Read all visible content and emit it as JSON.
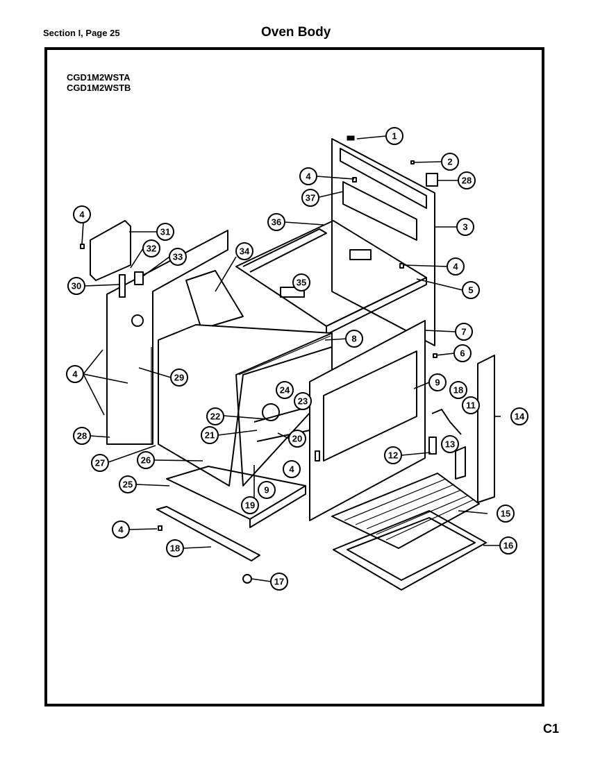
{
  "header": {
    "section": "Section I, Page 25",
    "title": "Oven Body"
  },
  "models": [
    "CGD1M2WSTA",
    "CGD1M2WSTB"
  ],
  "page_code": "C1",
  "callouts": [
    "1",
    "2",
    "28",
    "4",
    "37",
    "3",
    "36",
    "4",
    "31",
    "32",
    "33",
    "34",
    "30",
    "35",
    "4",
    "5",
    "7",
    "8",
    "6",
    "9",
    "18",
    "11",
    "4",
    "29",
    "24",
    "23",
    "14",
    "22",
    "21",
    "20",
    "12",
    "13",
    "28",
    "4",
    "27",
    "26",
    "9",
    "19",
    "25",
    "15",
    "4",
    "18",
    "16",
    "17"
  ]
}
